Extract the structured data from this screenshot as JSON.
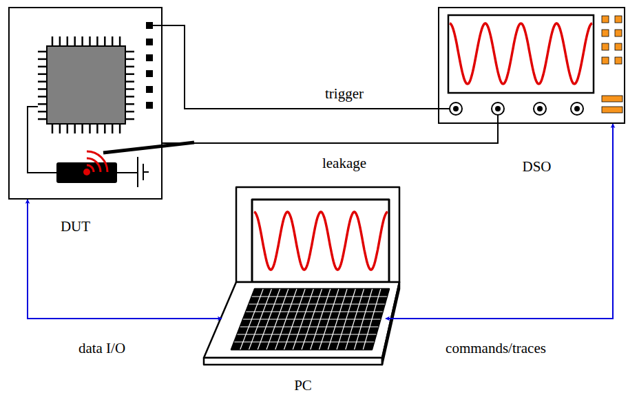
{
  "diagram": {
    "nodes": [
      {
        "text": [
          "DUT"
        ]
      },
      {
        "text": [
          "DSO"
        ]
      },
      {
        "text": [
          "PC"
        ]
      }
    ],
    "edges": [
      {
        "from": 0,
        "to": 1,
        "label": "trigger",
        "arrow": "none"
      },
      {
        "from": 0,
        "to": 1,
        "label": "leakage",
        "arrow": "none"
      },
      {
        "from": 0,
        "to": 2,
        "label": "data I/O",
        "arrow": "both"
      },
      {
        "from": 1,
        "to": 2,
        "label": "commands/traces",
        "arrow": "both"
      }
    ]
  }
}
